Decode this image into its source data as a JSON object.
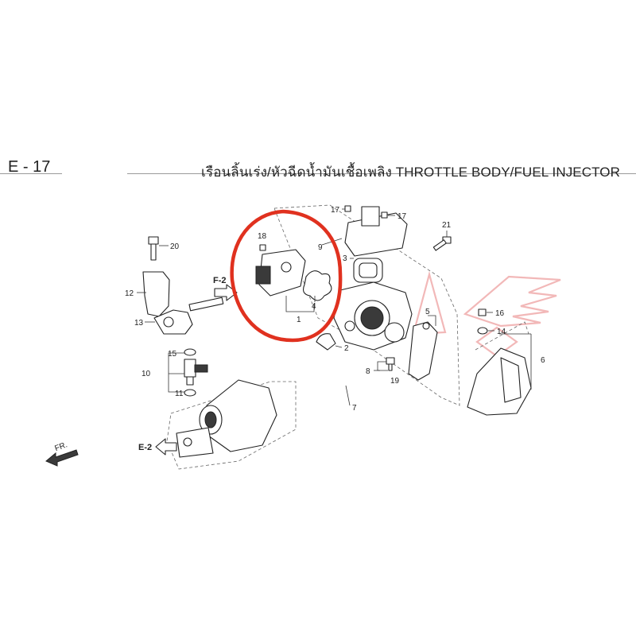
{
  "header": {
    "section_code": "E - 17",
    "section_title": "เรือนลิ้นเร่ง/หัวฉีดน้ำมันเชื้อเพลิง THROTTLE BODY/FUEL INJECTOR"
  },
  "diagram": {
    "references": {
      "f2": "F-2",
      "e2": "E-2",
      "front": "FR."
    },
    "callouts": {
      "c1": "1",
      "c2": "2",
      "c3": "3",
      "c4": "4",
      "c5": "5",
      "c6": "6",
      "c7": "7",
      "c8": "8",
      "c9": "9",
      "c10": "10",
      "c11": "11",
      "c12": "12",
      "c13": "13",
      "c14": "14",
      "c15": "15",
      "c16": "16",
      "c17a": "17",
      "c17b": "17",
      "c18": "18",
      "c19": "19",
      "c20": "20",
      "c21": "21"
    },
    "highlight_color": "#e0311f"
  }
}
